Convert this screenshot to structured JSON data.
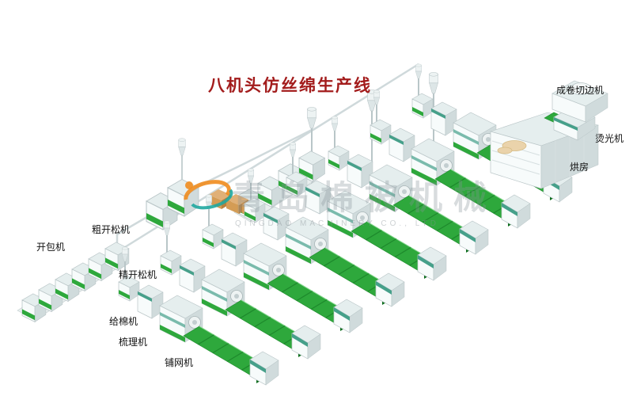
{
  "title": "八机头仿丝绵生产线",
  "machine_labels": {
    "bale_opener": "开包机",
    "coarse_opener": "粗开松机",
    "fine_opener": "精开松机",
    "cotton_feeder": "给棉机",
    "carding_machine": "梳理机",
    "web_layer": "铺网机",
    "drying_room": "烘房",
    "glazing_machine": "烫光机",
    "roll_cutting_machine": "成卷切边机"
  },
  "watermark": {
    "cn": "青岛棉被机械",
    "en": "QINGDAO MACHINERY CO., LTD"
  },
  "colors": {
    "conveyor_green": "#2ea83c",
    "teal_accent": "#46a08a",
    "title_red": "#a31c1c",
    "logo_orange": "#f08c1e",
    "logo_teal": "#1fa7a0"
  }
}
